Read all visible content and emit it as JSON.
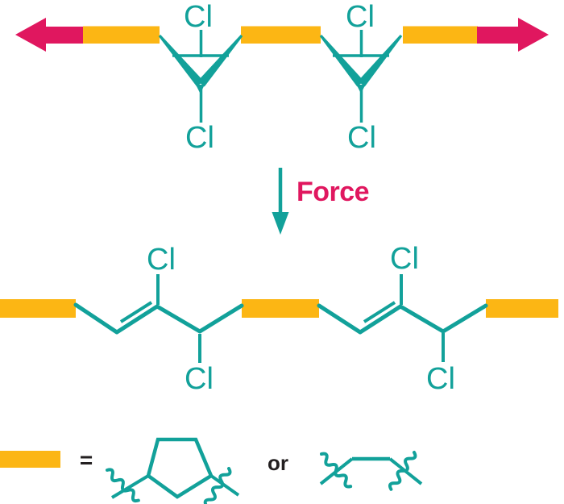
{
  "labels": {
    "chlorine": "Cl",
    "force": "Force",
    "equals": "=",
    "or": "or"
  },
  "colors": {
    "yellow": "#FCB614",
    "pink": "#E0175F",
    "teal": "#12A19A",
    "ink": "#231F20",
    "bg": "#FFFFFF"
  },
  "icons": {
    "tension_arrow_left": "◀",
    "tension_arrow_right": "▶",
    "force_arrow_down": "↓"
  }
}
